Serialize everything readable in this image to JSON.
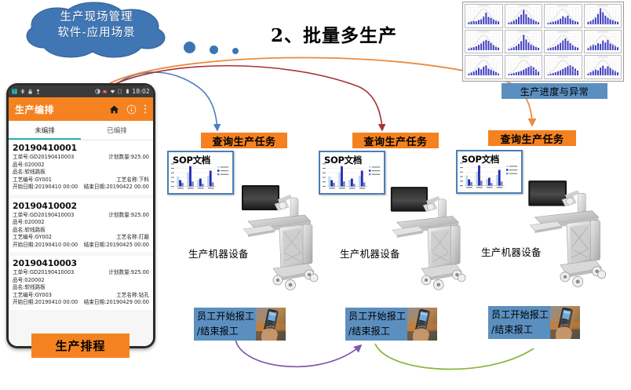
{
  "cloud": {
    "line1": "生产现场管理",
    "line2": "软件-应用场景"
  },
  "title": "2、批量多生产",
  "colors": {
    "orange": "#f58220",
    "blue_box": "#5b8fc0",
    "cloud_blue": "#3c75b4",
    "arrow_blue": "#4a7ebb",
    "arrow_red": "#a83338",
    "arrow_orange": "#ed8b3c",
    "curve_purple": "#7d5ba6",
    "curve_green": "#8bb33d",
    "bar_blue": "#3a3ac0",
    "tab_teal": "#2bb6b0"
  },
  "phone": {
    "statusbar": {
      "time": "18:02",
      "left_icons": [
        "app-icon",
        "bluetooth-icon",
        "lock-icon",
        "location-icon"
      ],
      "right_icons": [
        "brightness-icon",
        "battery-alert-icon",
        "wifi-icon",
        "sim-icon",
        "battery-icon"
      ]
    },
    "appbar": {
      "title": "生产编排",
      "icons": [
        "home-icon",
        "info-icon",
        "overflow-menu-icon"
      ]
    },
    "tabs": [
      {
        "label": "未编排",
        "active": true
      },
      {
        "label": "已编排",
        "active": false
      }
    ],
    "labels": {
      "work_order": "工单号",
      "item_no": "品号",
      "item_name": "品名",
      "process_no": "工艺编号",
      "plan_qty": "计划数量",
      "process_name": "工艺名称",
      "start_date": "开始日期",
      "end_date": "结束日期"
    },
    "records": [
      {
        "id": "20190410001",
        "work_order": "工单号:GD20190410003",
        "plan_qty": "计划数量:925.00",
        "item_no": "品号:020002",
        "item_name": "品名:软线路板",
        "process_no": "工艺编号:GY001",
        "process_name": "工艺名称:下料",
        "start_date": "开始日期:20190410 00:00",
        "end_date": "结束日期:20190422 00:00"
      },
      {
        "id": "20190410002",
        "work_order": "工单号:GD20190410003",
        "plan_qty": "计划数量:925.00",
        "item_no": "品号:020002",
        "item_name": "品名:软线路板",
        "process_no": "工艺编号:GY002",
        "process_name": "工艺名称:打磨",
        "start_date": "开始日期:20190410 00:00",
        "end_date": "结束日期:20190425 00:00"
      },
      {
        "id": "20190410003",
        "work_order": "工单号:GD20190410003",
        "plan_qty": "计划数量:925.00",
        "item_no": "品号:020002",
        "item_name": "品名:软线路板",
        "process_no": "工艺编号:GY003",
        "process_name": "工艺名称:钻孔",
        "start_date": "开始日期:20190410 00:00",
        "end_date": "结束日期:20190429 00:00"
      }
    ],
    "caption": "生产排程"
  },
  "progress_panel": {
    "caption": "生产进度与异常",
    "chart_count": 12
  },
  "chart_data": {
    "type": "bar",
    "title": "生产进度与异常",
    "grid": {
      "rows": 3,
      "cols": 4
    },
    "xlabel": "",
    "ylabel": "",
    "ylim": [
      0,
      100
    ],
    "panels": [
      {
        "values": [
          12,
          16,
          20,
          18,
          26,
          30,
          46,
          70,
          44,
          38,
          30,
          24,
          18
        ]
      },
      {
        "values": [
          10,
          14,
          22,
          30,
          44,
          58,
          86,
          60,
          42,
          34,
          26,
          18,
          12
        ]
      },
      {
        "values": [
          8,
          12,
          16,
          20,
          26,
          34,
          48,
          40,
          52,
          34,
          24,
          18,
          14
        ]
      },
      {
        "values": [
          14,
          20,
          28,
          40,
          62,
          96,
          72,
          52,
          40,
          30,
          24,
          18,
          14
        ]
      },
      {
        "values": [
          10,
          14,
          18,
          24,
          32,
          40,
          54,
          62,
          56,
          44,
          32,
          22,
          16
        ]
      },
      {
        "values": [
          8,
          12,
          18,
          26,
          38,
          54,
          94,
          64,
          46,
          34,
          26,
          20,
          14
        ]
      },
      {
        "values": [
          10,
          14,
          18,
          24,
          34,
          44,
          58,
          70,
          56,
          42,
          30,
          22,
          16
        ]
      },
      {
        "values": [
          12,
          26,
          34,
          30,
          42,
          38,
          58,
          46,
          62,
          40,
          36,
          26,
          18
        ]
      },
      {
        "values": [
          10,
          16,
          22,
          30,
          44,
          36,
          52,
          60,
          40,
          34,
          26,
          20,
          10
        ]
      },
      {
        "values": [
          8,
          10,
          14,
          18,
          22,
          26,
          34,
          42,
          50,
          56,
          48,
          34,
          22
        ]
      },
      {
        "values": [
          6,
          10,
          14,
          18,
          24,
          30,
          38,
          46,
          54,
          60,
          52,
          40,
          28
        ]
      },
      {
        "values": [
          10,
          18,
          26,
          34,
          30,
          46,
          58,
          40,
          54,
          44,
          34,
          26,
          18
        ]
      }
    ]
  },
  "sop_chart": {
    "type": "bar",
    "title": "SOP文档",
    "categories": [
      "系列1",
      "系列2",
      "系列3",
      "系列4"
    ],
    "series": [
      {
        "name": "系列 1",
        "values": [
          45,
          62,
          30,
          48
        ]
      },
      {
        "name": "系列 2",
        "values": [
          28,
          90,
          35,
          70
        ]
      },
      {
        "name": "系列 3",
        "values": [
          16,
          22,
          12,
          18
        ]
      }
    ],
    "ylim": [
      0,
      100
    ],
    "legend_position": "right"
  },
  "columns": [
    {
      "query_label": "查询生产任务",
      "sop_label": "SOP文档",
      "machine_label": "生产机器设备",
      "worker_line1": "员工开始报工",
      "worker_line2": "/结束报工"
    },
    {
      "query_label": "查询生产任务",
      "sop_label": "SOP文档",
      "machine_label": "生产机器设备",
      "worker_line1": "员工开始报工",
      "worker_line2": "/结束报工"
    },
    {
      "query_label": "查询生产任务",
      "sop_label": "SOP文档",
      "machine_label": "生产机器设备",
      "worker_line1": "员工开始报工",
      "worker_line2": "/结束报工"
    }
  ]
}
